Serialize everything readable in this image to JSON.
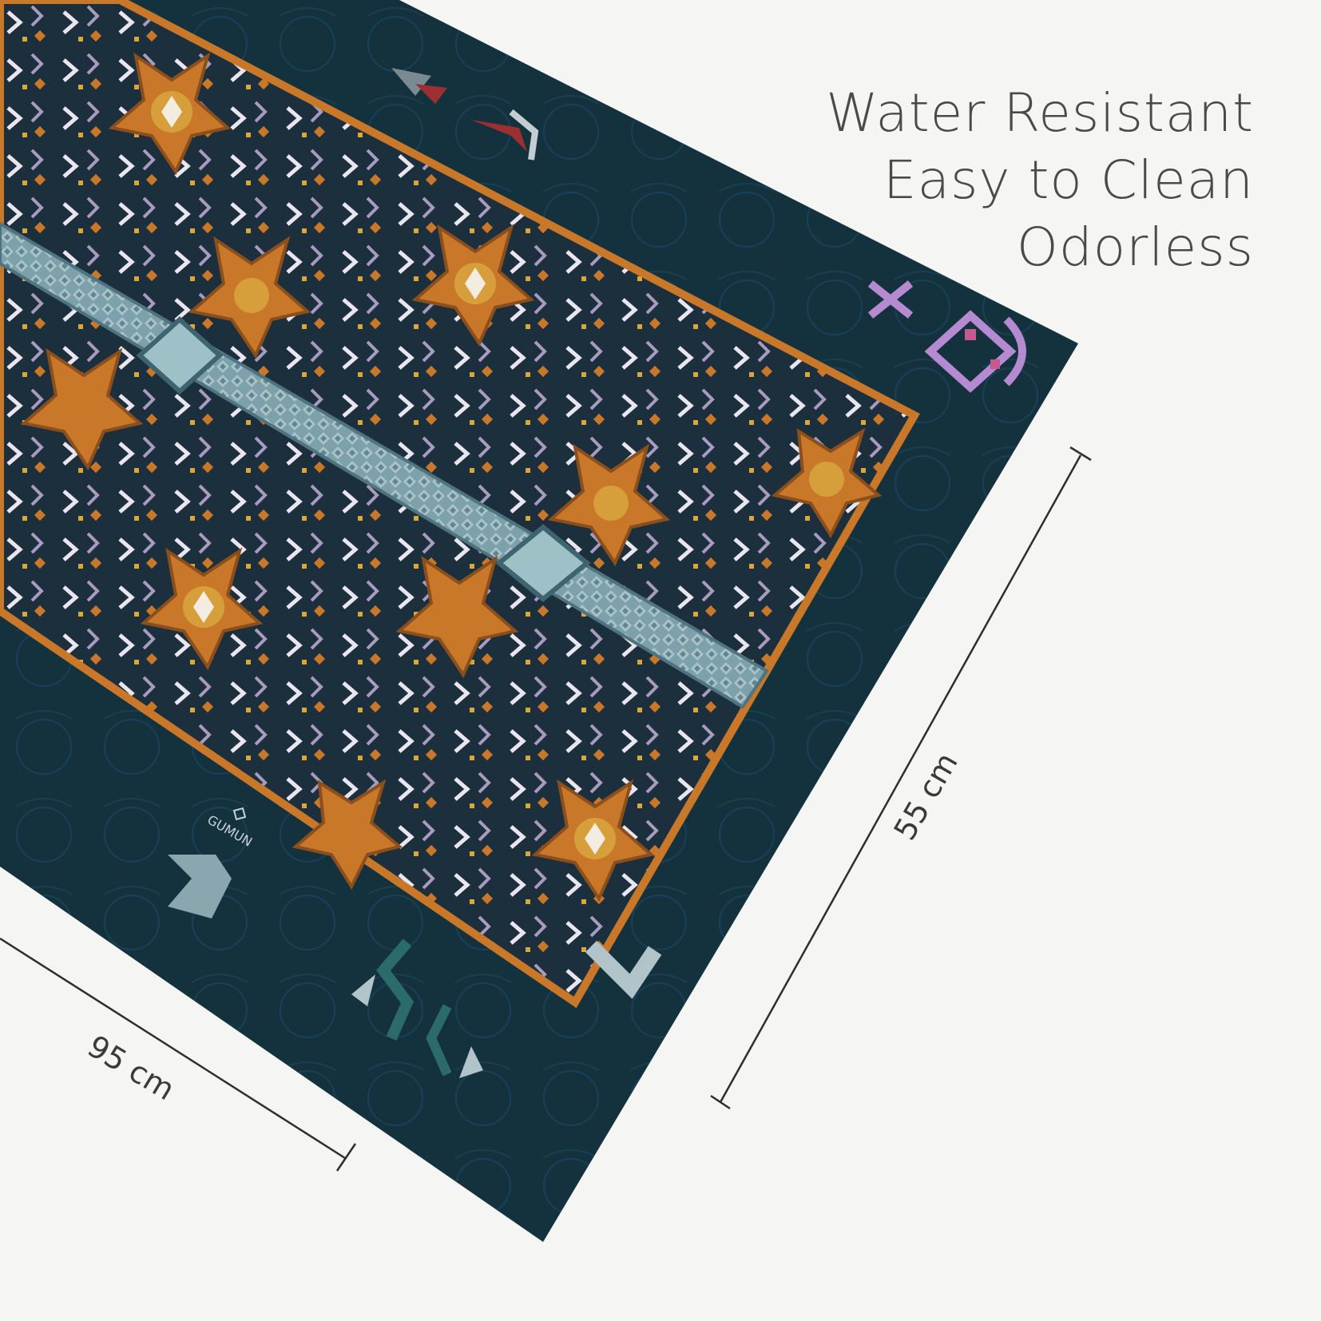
{
  "features": [
    "Water Resistant",
    "Easy to Clean",
    "Odorless"
  ],
  "dimensions": {
    "width_label": "95 cm",
    "height_label": "55 cm"
  },
  "brand_mark": "GUMUN",
  "colors": {
    "background": "#f5f5f3",
    "mat_base": "#14323d",
    "mat_border": "#1e3b4a",
    "pattern_orange": "#c9782a",
    "pattern_gold": "#d9a640",
    "pattern_teal": "#6f9aa4",
    "pattern_lilac": "#a99bc0",
    "accent_purple": "#b68ad0"
  }
}
